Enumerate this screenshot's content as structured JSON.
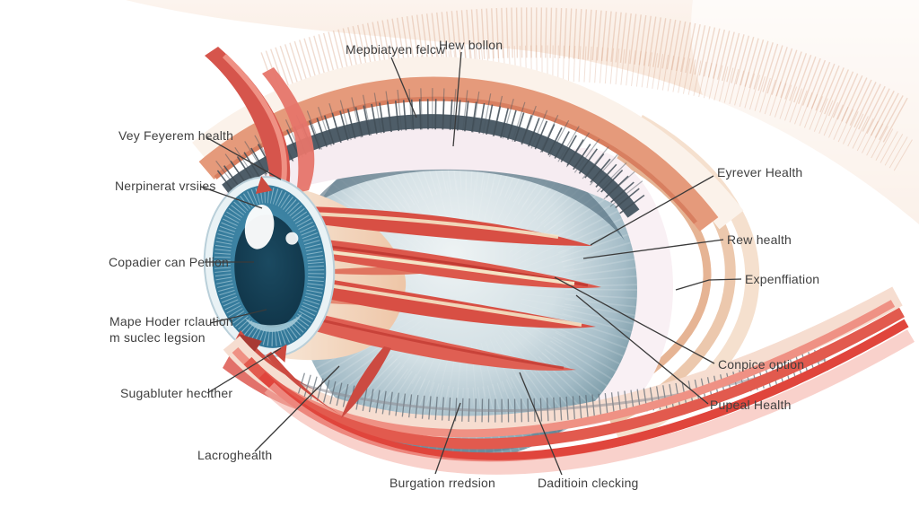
{
  "figure": {
    "kind": "eye-anatomy-illustration"
  },
  "palette": {
    "background": "#ffffff",
    "label_text": "#3f3f3f",
    "leader_line": "#3a3a3a",
    "eyeball_blue": "#5d8196",
    "iris_teal": "#2f7495",
    "pupil_navy": "#0e2f41",
    "muscle_red": "#d9534a",
    "skin_peach": "#f3d7c2",
    "lid_slate": "#4e5d68",
    "inner_pink": "#f3bcc6"
  },
  "labels": [
    {
      "id": "mepbiatyen-felcw",
      "text": "Mepbiatyen felcw"
    },
    {
      "id": "hew-bollon",
      "text": "Hew bollon"
    },
    {
      "id": "vey-feyerem-health",
      "text": "Vey Feyerem health"
    },
    {
      "id": "nerpinerat-vrsiies",
      "text": "Nerpinerat vrsiies"
    },
    {
      "id": "copadier-can-petlion",
      "text": "Copadier can Petlion"
    },
    {
      "id": "mape-hoder-rclaution",
      "text": "Mape Hoder rclaution",
      "text2": "m suclec legsion"
    },
    {
      "id": "sugabluter-heclther",
      "text": "Sugabluter heclther"
    },
    {
      "id": "lacroghealth",
      "text": "Lacroghealth"
    },
    {
      "id": "eyrever-health",
      "text": "Eyrever Health"
    },
    {
      "id": "rew-health",
      "text": "Rew health"
    },
    {
      "id": "expenffiation",
      "text": "Expenffiation"
    },
    {
      "id": "conpice-option",
      "text": "Conpice option"
    },
    {
      "id": "pupeal-health",
      "text": "Pupeal Health"
    },
    {
      "id": "burgation-rredsion",
      "text": "Burgation rredsion"
    },
    {
      "id": "daditioin-clecking",
      "text": "Daditioin clecking"
    }
  ]
}
